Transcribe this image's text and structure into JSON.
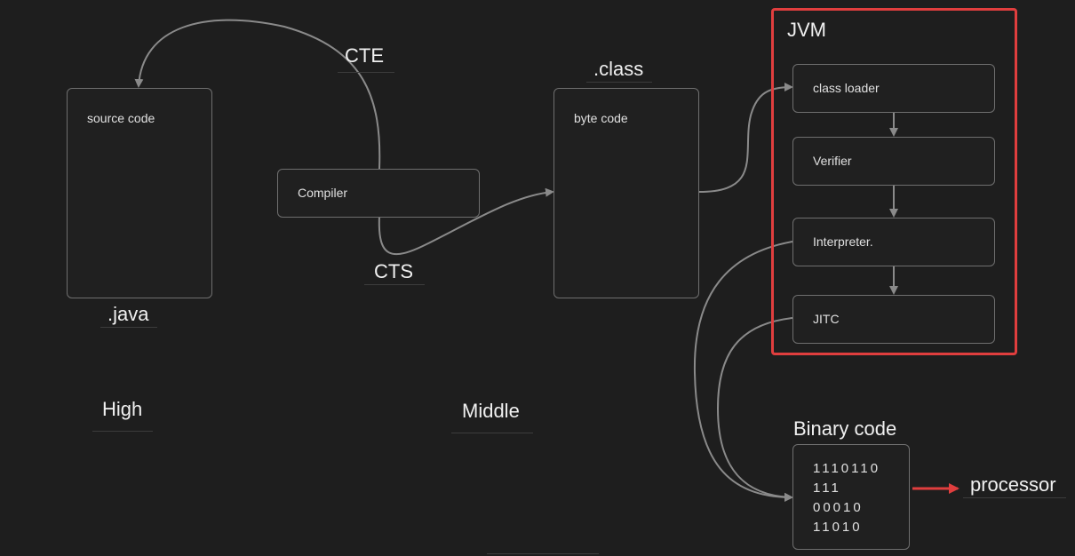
{
  "colors": {
    "background": "#1e1e1e",
    "connector": "#8a8a8a",
    "highlight": "#e03e3e",
    "text": "#f0f0f0"
  },
  "labels": {
    "cte": "CTE",
    "cts": "CTS",
    "java": ".java",
    "class": ".class",
    "jvm": "JVM",
    "high": "High",
    "middle": "Middle",
    "binary_code": "Binary code",
    "processor": "processor"
  },
  "nodes": {
    "source_code": "source code",
    "compiler": "Compiler",
    "byte_code": "byte code",
    "class_loader": "class loader",
    "verifier": "Verifier",
    "interpreter": "Interpreter.",
    "jitc": "JITC"
  },
  "binary_lines": [
    "1110110",
    "111",
    "00010",
    "11010"
  ]
}
